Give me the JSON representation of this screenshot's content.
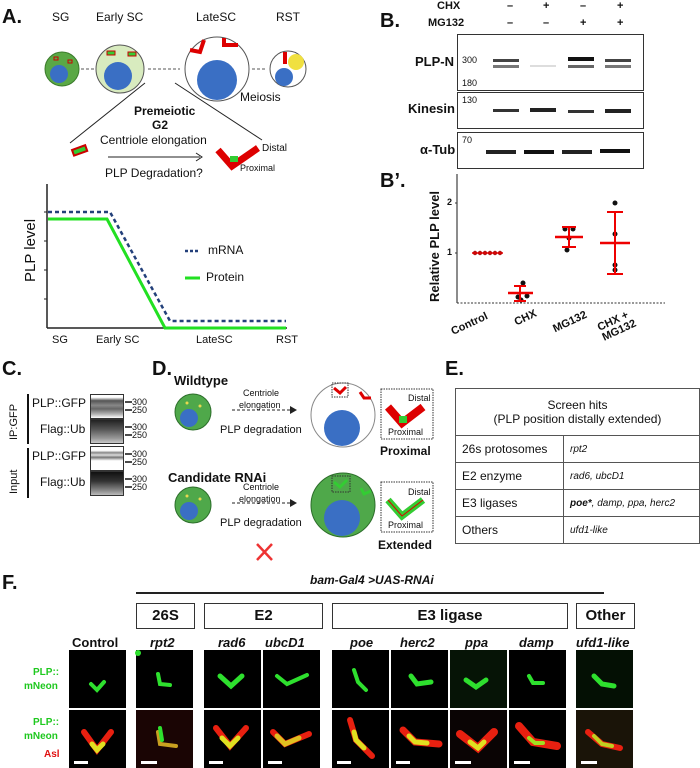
{
  "panelA": {
    "label": "A.",
    "stages": [
      "SG",
      "Early SC",
      "LateSC",
      "RST"
    ],
    "meiosis": "Meiosis",
    "premeiotic": "Premeiotic",
    "g2": "G2",
    "centriole_elongation": "Centriole elongation",
    "plp_degradation": "PLP Degradation?",
    "distal": "Distal",
    "proximal": "Proximal",
    "plot_ylabel": "PLP level",
    "legend": {
      "mrna": "mRNA",
      "protein": "Protein"
    },
    "x_ticks": [
      "SG",
      "Early SC",
      "LateSC",
      "RST"
    ]
  },
  "panelB": {
    "label": "B.",
    "rows": [
      "CHX",
      "MG132"
    ],
    "chx": [
      "–",
      "+",
      "–",
      "+"
    ],
    "mg132": [
      "–",
      "–",
      "+",
      "+"
    ],
    "blots": [
      {
        "name": "PLP-N",
        "markers": [
          "300",
          "180"
        ]
      },
      {
        "name": "Kinesin",
        "markers": [
          "130"
        ]
      },
      {
        "name": "α-Tub",
        "markers": [
          "70"
        ]
      }
    ]
  },
  "panelBprime": {
    "label": "B’.",
    "ylabel": "Relative PLP level",
    "yticks": [
      "1",
      "2"
    ],
    "categories": [
      "Control",
      "CHX",
      "MG132",
      "CHX + MG132"
    ]
  },
  "chart_data": {
    "type": "scatter",
    "title": "",
    "xlabel": "",
    "ylabel": "Relative PLP level",
    "ylim": [
      0,
      2.6
    ],
    "categories": [
      "Control",
      "CHX",
      "MG132",
      "CHX + MG132"
    ],
    "points": [
      [
        1,
        1,
        1,
        1,
        1,
        1
      ],
      [
        0.4,
        0.12,
        0.15,
        0.08
      ],
      [
        1.47,
        1.48,
        1.3,
        1.06
      ],
      [
        2.0,
        1.38,
        0.75,
        0.65
      ]
    ],
    "mean": [
      1.0,
      0.19,
      1.33,
      1.2
    ],
    "error_low": [
      1.0,
      0.05,
      1.13,
      0.57
    ],
    "error_high": [
      1.0,
      0.33,
      1.53,
      1.83
    ],
    "grid": false
  },
  "panelC": {
    "label": "C.",
    "groups": [
      "IP:GFP",
      "Input"
    ],
    "rows": [
      "PLP::GFP",
      "Flag::Ub",
      "PLP::GFP",
      "Flag::Ub"
    ],
    "markers": [
      "300",
      "250"
    ]
  },
  "panelD": {
    "label": "D.",
    "wildtype": "Wildtype",
    "candidate": "Candidate RNAi",
    "centriole": "Centriole",
    "elongation": "elongation",
    "plp_degradation": "PLP degradation",
    "distal": "Distal",
    "proximal": "Proximal",
    "result_wt": "Proximal",
    "result_rnai": "Extended"
  },
  "panelE": {
    "label": "E.",
    "header1": "Screen hits",
    "header2": "(PLP position distally extended)",
    "rows": [
      {
        "category": "26s protosomes",
        "genes": "rpt2"
      },
      {
        "category": "E2 enzyme",
        "genes": "rad6, ubcD1"
      },
      {
        "category": "E3 ligases",
        "genes_bold": "poe*",
        "genes": ", damp, ppa, herc2"
      },
      {
        "category": "Others",
        "genes": "ufd1-like"
      }
    ]
  },
  "panelF": {
    "label": "F.",
    "driver": "bam-Gal4 >UAS-RNAi",
    "groups": [
      "26S",
      "E2",
      "E3 ligase",
      "Other"
    ],
    "columns": [
      "Control",
      "rpt2",
      "rad6",
      "ubcD1",
      "poe",
      "herc2",
      "ppa",
      "damp",
      "ufd1-like"
    ],
    "row1_label": [
      "PLP::",
      "mNeon"
    ],
    "row2_label": [
      "PLP::",
      "mNeon",
      "Asl"
    ]
  }
}
